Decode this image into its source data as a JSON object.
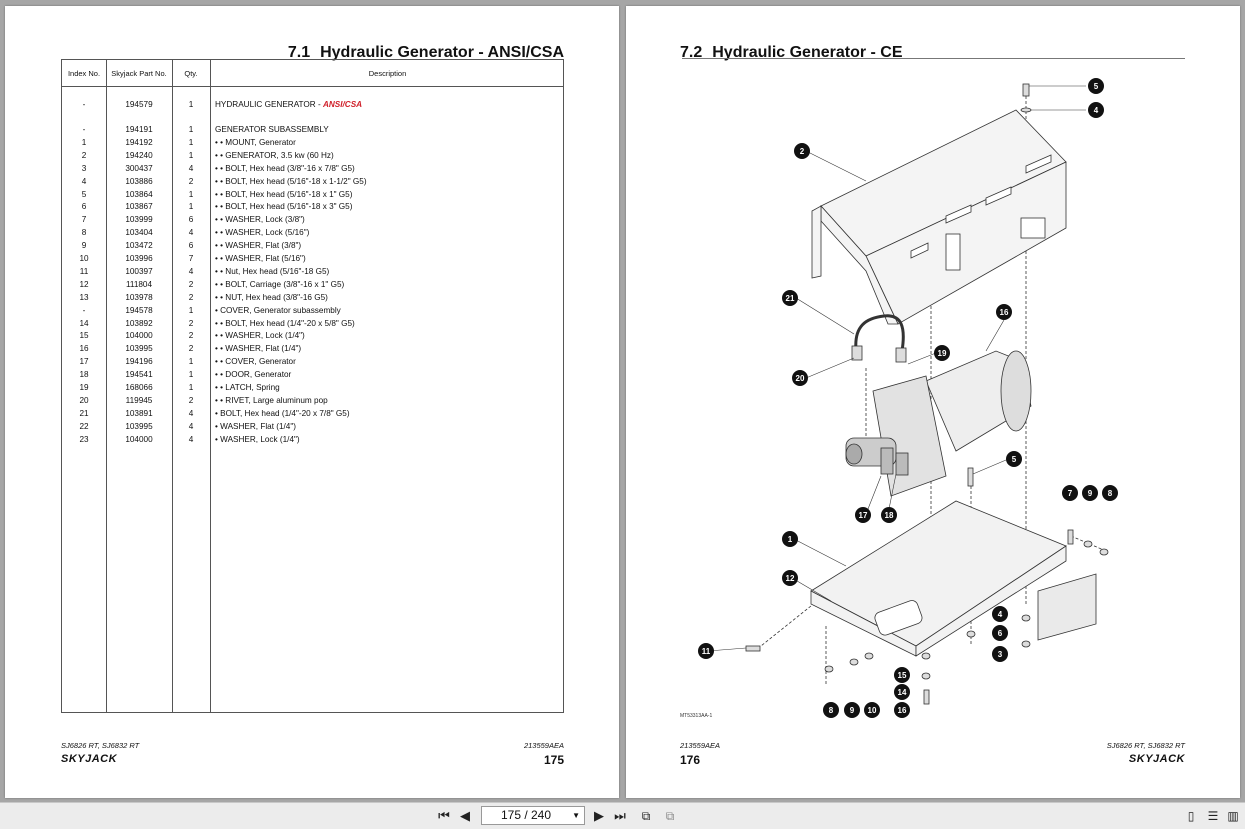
{
  "left_page": {
    "section_number": "7.1",
    "section_title": "Hydraulic Generator - ANSI/CSA",
    "table": {
      "headers": {
        "index": "Index No.",
        "part": "Skyjack Part No.",
        "qty": "Qty.",
        "desc": "Description"
      },
      "rows": [
        {
          "index": "-",
          "part": "194579",
          "qty": "1",
          "desc": "HYDRAULIC GENERATOR - ",
          "desc_em": "ANSI/CSA"
        },
        {
          "index": "-",
          "part": "194191",
          "qty": "1",
          "desc": "GENERATOR SUBASSEMBLY"
        },
        {
          "index": "1",
          "part": "194192",
          "qty": "1",
          "desc": "•  •  MOUNT, Generator"
        },
        {
          "index": "2",
          "part": "194240",
          "qty": "1",
          "desc": "•  •  GENERATOR, 3.5 kw (60 Hz)"
        },
        {
          "index": "3",
          "part": "300437",
          "qty": "4",
          "desc": "•  •  BOLT, Hex head (3/8\"-16 x 7/8\" G5)"
        },
        {
          "index": "4",
          "part": "103886",
          "qty": "2",
          "desc": "•  •  BOLT, Hex head (5/16\"-18 x 1-1/2\" G5)"
        },
        {
          "index": "5",
          "part": "103864",
          "qty": "1",
          "desc": "•  •  BOLT, Hex head (5/16\"-18 x 1\" G5)"
        },
        {
          "index": "6",
          "part": "103867",
          "qty": "1",
          "desc": "•  •  BOLT, Hex head (5/16\"-18 x 3\" G5)"
        },
        {
          "index": "7",
          "part": "103999",
          "qty": "6",
          "desc": "•  •  WASHER, Lock (3/8\")"
        },
        {
          "index": "8",
          "part": "103404",
          "qty": "4",
          "desc": "•  •  WASHER, Lock (5/16\")"
        },
        {
          "index": "9",
          "part": "103472",
          "qty": "6",
          "desc": "•  •  WASHER, Flat (3/8\")"
        },
        {
          "index": "10",
          "part": "103996",
          "qty": "7",
          "desc": "•  •  WASHER, Flat (5/16\")"
        },
        {
          "index": "11",
          "part": "100397",
          "qty": "4",
          "desc": "•  •  Nut, Hex head (5/16\"-18 G5)"
        },
        {
          "index": "12",
          "part": "111804",
          "qty": "2",
          "desc": "•  •  BOLT, Carriage (3/8\"-16 x 1\" G5)"
        },
        {
          "index": "13",
          "part": "103978",
          "qty": "2",
          "desc": "•  •  NUT, Hex head (3/8\"-16 G5)"
        },
        {
          "index": "-",
          "part": "194578",
          "qty": "1",
          "desc": "•  COVER, Generator subassembly"
        },
        {
          "index": "14",
          "part": "103892",
          "qty": "2",
          "desc": "•  •  BOLT, Hex head (1/4\"-20 x 5/8\" G5)"
        },
        {
          "index": "15",
          "part": "104000",
          "qty": "2",
          "desc": "•  •  WASHER, Lock (1/4\")"
        },
        {
          "index": "16",
          "part": "103995",
          "qty": "2",
          "desc": "•  •  WASHER, Flat (1/4\")"
        },
        {
          "index": "17",
          "part": "194196",
          "qty": "1",
          "desc": "•  •  COVER, Generator"
        },
        {
          "index": "18",
          "part": "194541",
          "qty": "1",
          "desc": "•  •  DOOR, Generator"
        },
        {
          "index": "19",
          "part": "168066",
          "qty": "1",
          "desc": "•  •  LATCH, Spring"
        },
        {
          "index": "20",
          "part": "119945",
          "qty": "2",
          "desc": "•  •  RIVET, Large aluminum pop"
        },
        {
          "index": "21",
          "part": "103891",
          "qty": "4",
          "desc": "•  BOLT, Hex head (1/4\"-20 x 7/8\" G5)"
        },
        {
          "index": "22",
          "part": "103995",
          "qty": "4",
          "desc": "•  WASHER, Flat (1/4\")"
        },
        {
          "index": "23",
          "part": "104000",
          "qty": "4",
          "desc": "•  WASHER, Lock (1/4\")"
        }
      ]
    },
    "footer_model": "SJ6826 RT, SJ6832 RT",
    "footer_doc": "213559AEA",
    "page_number": "175",
    "logo_text": "SKYJACK"
  },
  "right_page": {
    "section_number": "7.2",
    "section_title": "Hydraulic Generator - CE",
    "callouts": [
      "5",
      "4",
      "2",
      "21",
      "16",
      "19",
      "20",
      "5",
      "7",
      "9",
      "8",
      "17",
      "18",
      "1",
      "12",
      "4",
      "6",
      "3",
      "11",
      "15",
      "14",
      "8",
      "9",
      "10",
      "16"
    ],
    "drawing_id": "MT53313AA-1",
    "footer_model": "SJ6826 RT, SJ6832 RT",
    "footer_doc": "213559AEA",
    "page_number": "176",
    "logo_text": "SKYJACK"
  },
  "toolbar": {
    "first_icon": "first-page-icon",
    "prev_icon": "previous-page-icon",
    "page_indicator": "175 / 240",
    "next_icon": "next-page-icon",
    "last_icon": "last-page-icon",
    "view_icons": [
      "single-page-view-icon",
      "continuous-view-icon",
      "two-page-view-icon"
    ]
  }
}
